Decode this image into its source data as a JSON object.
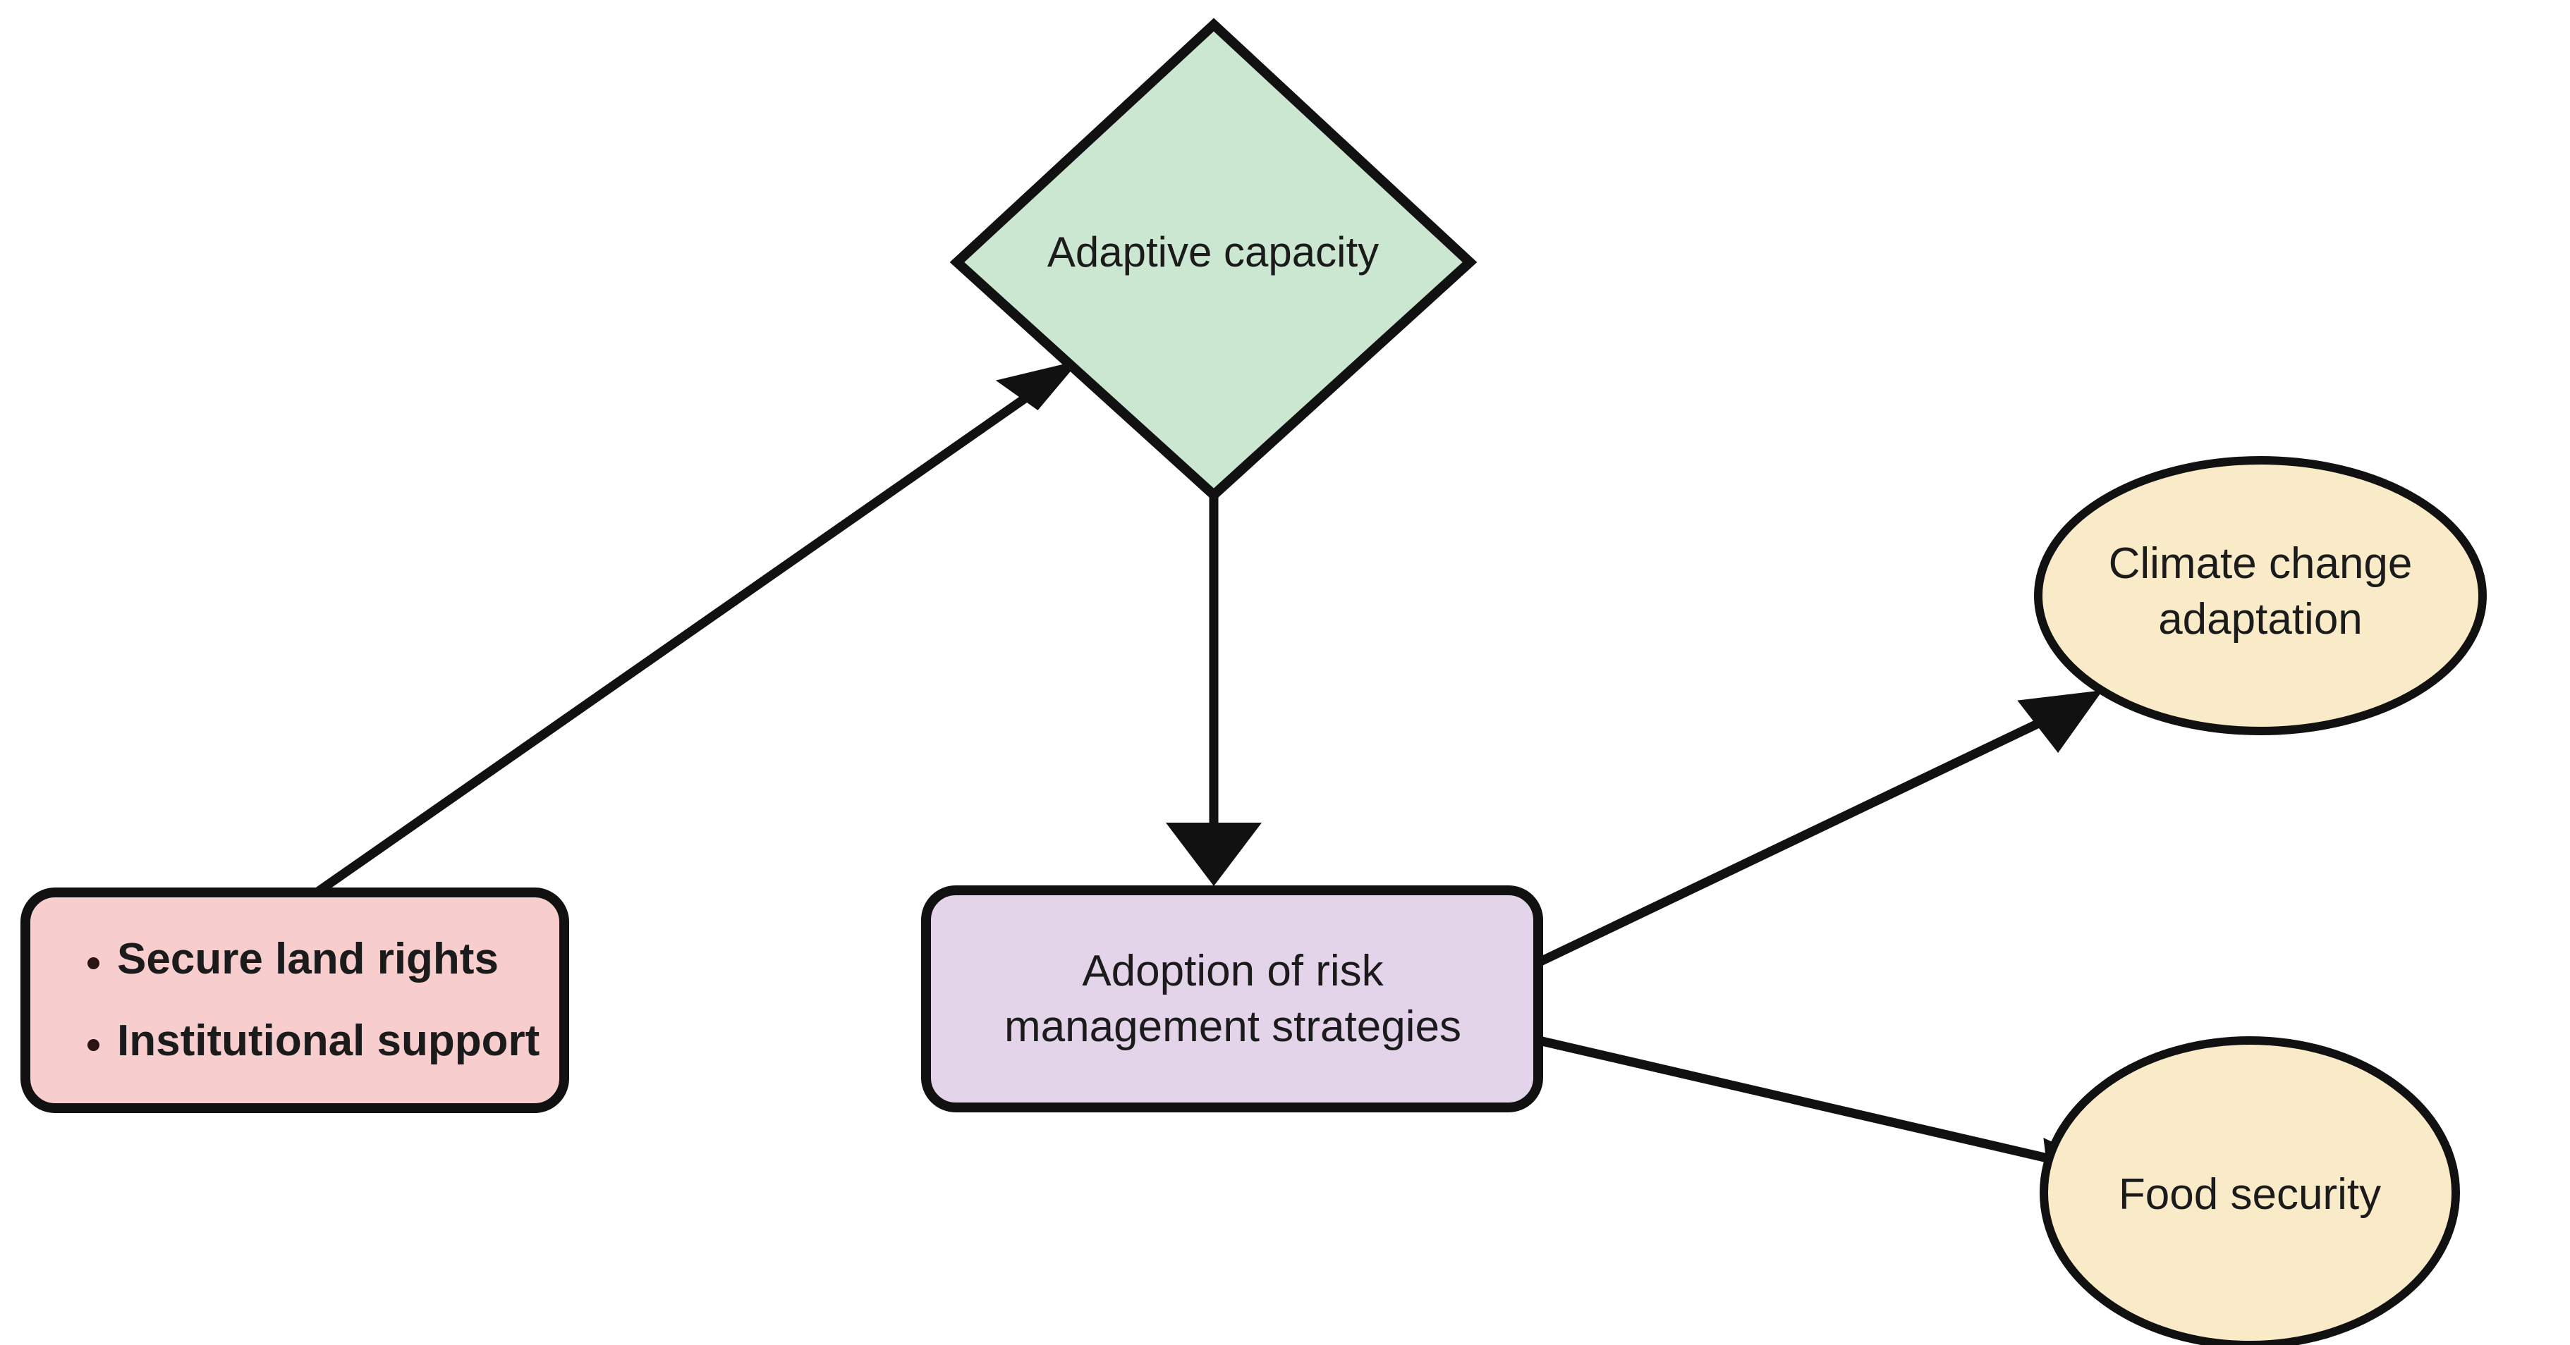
{
  "diagram": {
    "type": "flow-diagram",
    "background_color": "#ffffff",
    "nodes": [
      {
        "id": "adaptive-capacity",
        "shape": "diamond",
        "label": "Adaptive capacity",
        "fill": "#cbe7d2",
        "stroke": "#111111"
      },
      {
        "id": "enabling-conditions",
        "shape": "rounded-rectangle",
        "fill": "#f7cdcd",
        "stroke": "#111111",
        "bullets": [
          "Secure land rights",
          "Institutional support"
        ]
      },
      {
        "id": "risk-management",
        "shape": "rounded-rectangle",
        "label": "Adoption of risk\nmanagement strategies",
        "fill": "#e4d4ea",
        "stroke": "#111111"
      },
      {
        "id": "climate-change-adaptation",
        "shape": "ellipse",
        "label": "Climate change\nadaptation",
        "fill": "#faebc8",
        "stroke": "#111111"
      },
      {
        "id": "food-security",
        "shape": "ellipse",
        "label": "Food security",
        "fill": "#faebc8",
        "stroke": "#111111"
      }
    ],
    "edges": [
      {
        "id": "enabling-to-adaptive",
        "from": "enabling-conditions",
        "to": "adaptive-capacity",
        "style": "solid-arrow",
        "label": ""
      },
      {
        "id": "adaptive-to-risk",
        "from": "adaptive-capacity",
        "to": "risk-management",
        "style": "solid-arrow",
        "label": ""
      },
      {
        "id": "risk-to-cca",
        "from": "risk-management",
        "to": "climate-change-adaptation",
        "style": "solid-arrow",
        "label": ""
      },
      {
        "id": "risk-to-food-security",
        "from": "risk-management",
        "to": "food-security",
        "style": "solid-arrow",
        "label": ""
      }
    ]
  }
}
